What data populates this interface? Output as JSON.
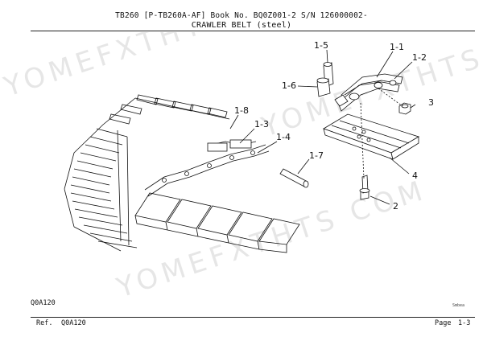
{
  "header": {
    "line1": "TB260  [P-TB260A-AF]  Book No. BQ0Z001-2  S/N 126000002-",
    "title": "CRAWLER BELT (steel)"
  },
  "callouts": {
    "c1_5": "1-5",
    "c1_1": "1-1",
    "c1_2": "1-2",
    "c1_6": "1-6",
    "c3": "3",
    "c1_8": "1-8",
    "c1_3": "1-3",
    "c1_4": "1-4",
    "c1_7": "1-7",
    "c4": "4",
    "c2": "2"
  },
  "watermarks": [
    "YOMEFXTHTS COM",
    "YOMEFXTHTS .COM",
    "YOMEFXTHTS COM"
  ],
  "diagram_code": "Q0A120",
  "small_code": "Smbea",
  "footer": {
    "ref_label": "Ref.",
    "ref_value": "Q0A120",
    "page_label": "Page",
    "page_value": "1-3"
  }
}
